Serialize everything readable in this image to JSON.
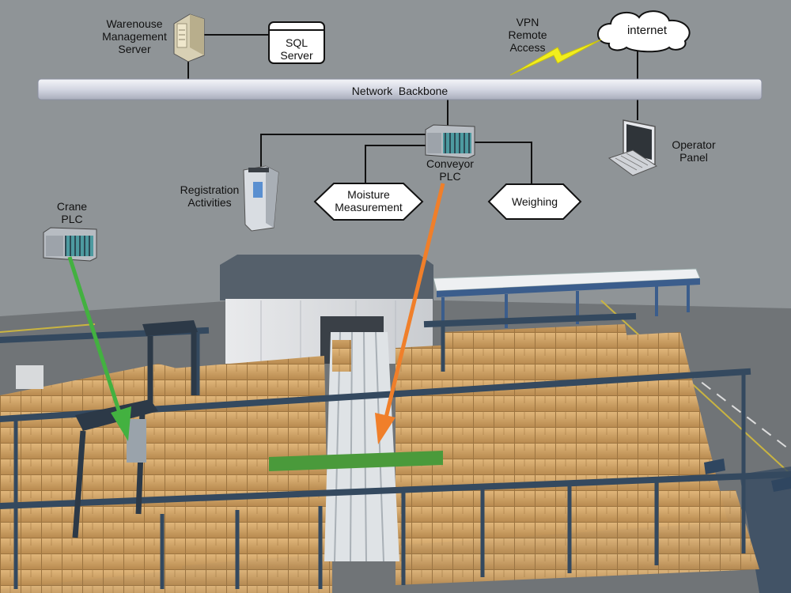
{
  "labels": {
    "warehouse_server": "Warenouse\nManagement\nServer",
    "sql_server": "SQL\nServer",
    "vpn": "VPN\nRemote\nAccess",
    "internet": "internet",
    "network_backbone": "Network  Backbone",
    "operator_panel": "Operator\nPanel",
    "conveyor_plc": "Conveyor\nPLC",
    "registration": "Registration\nActivities",
    "moisture": "Moisture\nMeasurement",
    "weighing": "Weighing",
    "crane_plc": "Crane\nPLC"
  },
  "colors": {
    "background": "#8f9497",
    "floor": "#6d7174",
    "backbone": "#dfe2ea",
    "steel": "#3a4d63",
    "crate": "#d6a76a",
    "crane_arrow": "#43b140",
    "conveyor_arrow": "#f07f2a",
    "lightning": "#f2ee1d"
  },
  "icons": [
    "server-icon",
    "database-icon",
    "cloud-icon",
    "lightning-icon",
    "monitor-icon",
    "plc-rack-icon",
    "scanner-kiosk-icon"
  ]
}
